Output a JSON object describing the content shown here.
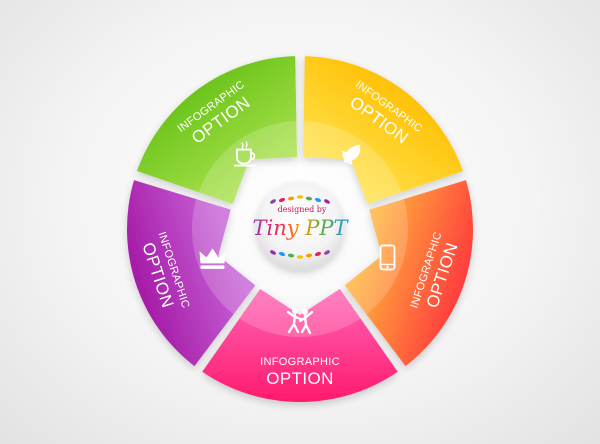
{
  "segments": [
    {
      "id": "green",
      "label_small": "INFOGRAPHIC",
      "label_big": "OPTION",
      "icon": "coffee-cup-icon",
      "color_outer": "#6cc51c",
      "color_inner": "#a9e04a"
    },
    {
      "id": "yellow",
      "label_small": "INFOGRAPHIC",
      "label_big": "OPTION",
      "icon": "leaf-icon",
      "color_outer": "#ffc107",
      "color_inner": "#ffe14a"
    },
    {
      "id": "orange",
      "label_small": "INFOGRAPHIC",
      "label_big": "OPTION",
      "icon": "smartphone-icon",
      "color_outer": "#ff3d3d",
      "color_inner": "#ffb23a"
    },
    {
      "id": "pink",
      "label_small": "INFOGRAPHIC",
      "label_big": "OPTION",
      "icon": "dancing-people-icon",
      "color_outer": "#ff1a6e",
      "color_inner": "#ff5fb0"
    },
    {
      "id": "purple",
      "label_small": "INFOGRAPHIC",
      "label_big": "OPTION",
      "icon": "crown-icon",
      "color_outer": "#a51aa6",
      "color_inner": "#c865d9"
    }
  ],
  "center": {
    "line1": "designed by",
    "line2": "Tiny PPT"
  }
}
